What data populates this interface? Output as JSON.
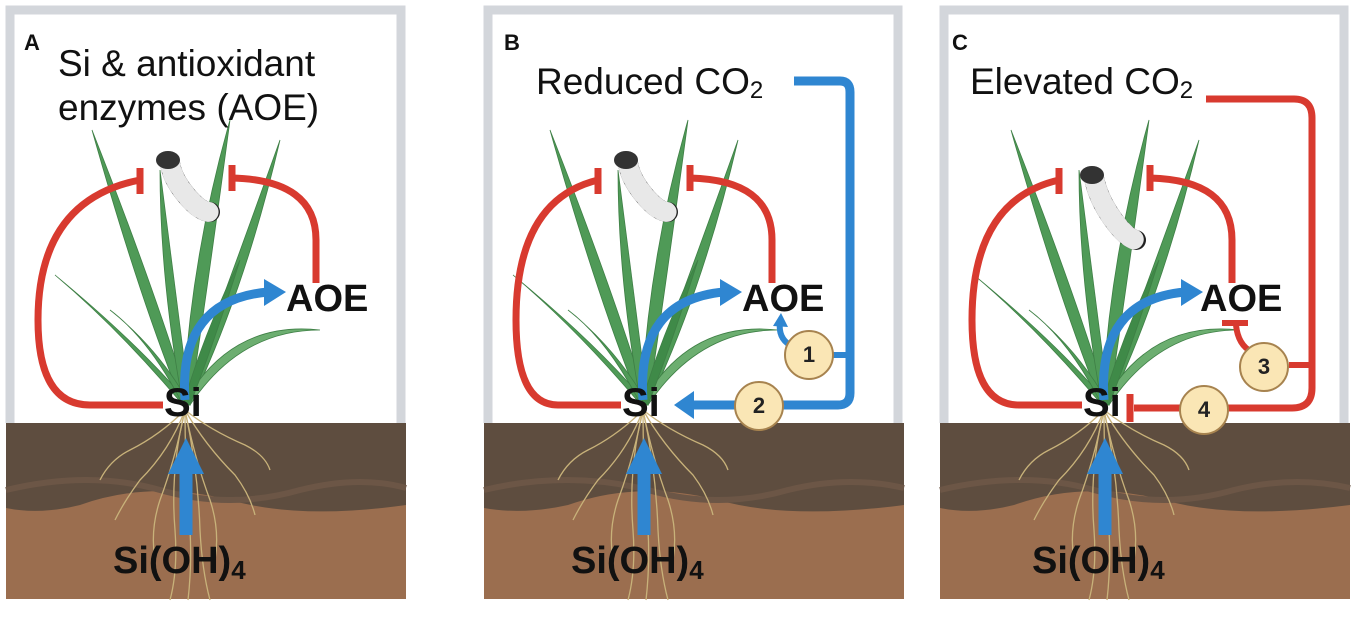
{
  "panels": [
    {
      "letter": "A",
      "title_line1": "Si & antioxidant",
      "title_line2": "enzymes (AOE)",
      "enzyme": "AOE",
      "si": "Si",
      "source_main": "Si(OH)",
      "source_sub": "4"
    },
    {
      "letter": "B",
      "title_main": "Reduced CO",
      "title_sub": "2",
      "enzyme": "AOE",
      "si": "Si",
      "source_main": "Si(OH)",
      "source_sub": "4",
      "badges": [
        "1",
        "2"
      ]
    },
    {
      "letter": "C",
      "title_main": "Elevated CO",
      "title_sub": "2",
      "enzyme": "AOE",
      "si": "Si",
      "source_main": "Si(OH)",
      "source_sub": "4",
      "badges": [
        "3",
        "4"
      ]
    }
  ],
  "colors": {
    "promote": "#2f86d1",
    "inhibit": "#d83a2f",
    "frame": "#d3d6db",
    "soil_top": "#5e4d3f",
    "soil_bottom": "#9b6e4f",
    "grass": "#4f9a57",
    "badge_fill": "#fae6b5"
  }
}
